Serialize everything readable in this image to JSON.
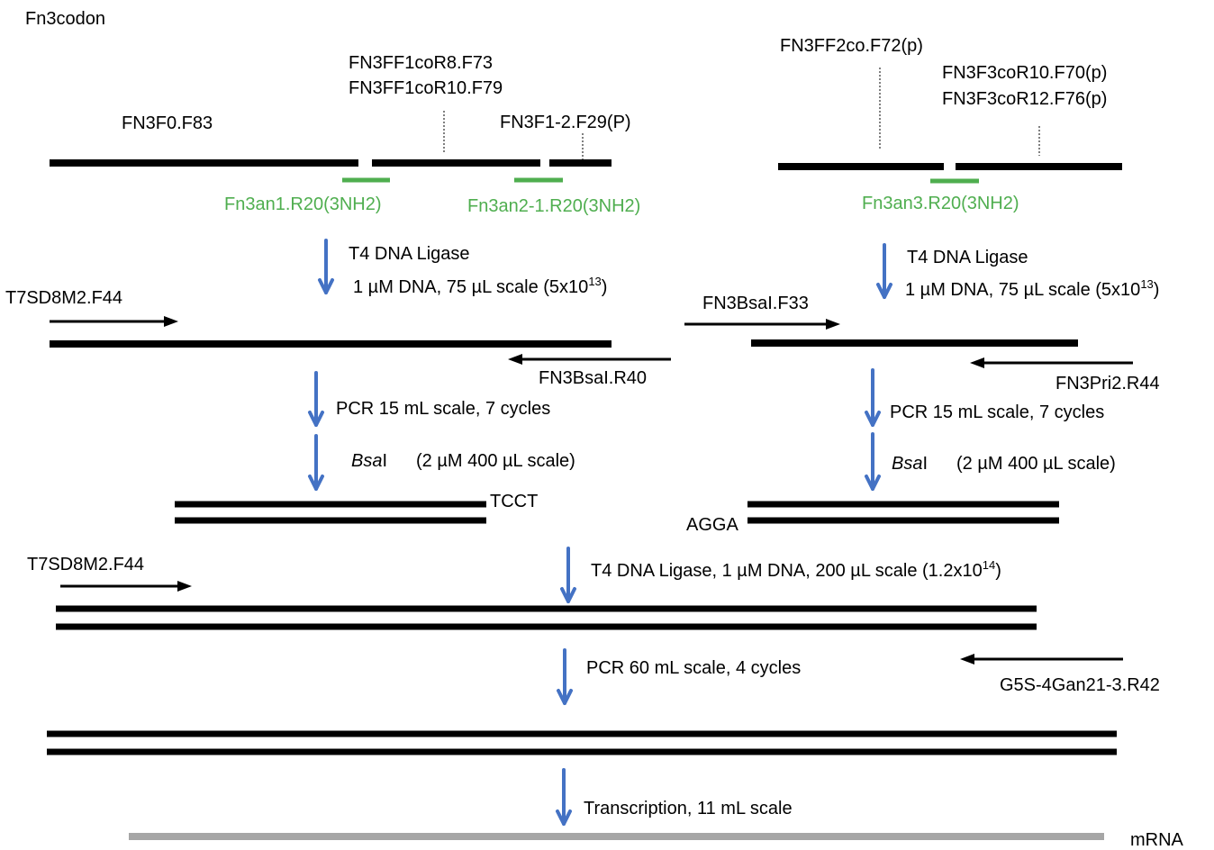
{
  "title": "Fn3codon",
  "fragment1": {
    "oligo_f0": "FN3F0.F83",
    "oligo_r8": "FN3FF1coR8.F73",
    "oligo_r10": "FN3FF1coR10.F79",
    "oligo_f12": "FN3F1-2.F29(P)",
    "splint1": "Fn3an1.R20(3NH2)",
    "splint2": "Fn3an2-1.R20(3NH2)",
    "ligation": {
      "enzyme": "T4 DNA Ligase",
      "conditions": "1 µM DNA, 75 µL scale (5x10",
      "exponent": "13",
      "close": ")"
    },
    "primer_f": "T7SD8M2.F44",
    "primer_r": "FN3BsaI.R40",
    "pcr": "PCR 15 mL scale, 7 cycles",
    "digest": {
      "italic": "Bsa",
      "suffix": "I",
      "conditions": "(2 µM 400 µL scale)"
    },
    "overhang": "TCCT"
  },
  "fragment2": {
    "oligo_f72": "FN3FF2co.F72(p)",
    "oligo_r10": "FN3F3coR10.F70(p)",
    "oligo_r12": "FN3F3coR12.F76(p)",
    "splint": "Fn3an3.R20(3NH2)",
    "ligation": {
      "enzyme": "T4 DNA Ligase",
      "conditions": "1 µM DNA, 75 µL scale (5x10",
      "exponent": "13",
      "close": ")"
    },
    "primer_f": "FN3BsaI.F33",
    "primer_r": "FN3Pri2.R44",
    "pcr": "PCR 15 mL scale, 7 cycles",
    "digest": {
      "italic": "Bsa",
      "suffix": "I",
      "conditions": "(2 µM 400 µL scale)"
    },
    "overhang": "AGGA"
  },
  "assembly": {
    "primer_f": "T7SD8M2.F44",
    "ligation": {
      "text": "T4 DNA Ligase,  1 µM DNA, 200 µL scale (1.2x10",
      "exponent": "14",
      "close": ")"
    },
    "pcr": "PCR 60 mL scale, 4 cycles",
    "primer_r": "G5S-4Gan21-3.R42",
    "transcription": "Transcription, 11 mL scale",
    "product": "mRNA"
  },
  "colors": {
    "dna": "#000000",
    "splint": "#4fae4f",
    "step_arrow": "#4472c4",
    "mrna": "#a6a6a6"
  }
}
